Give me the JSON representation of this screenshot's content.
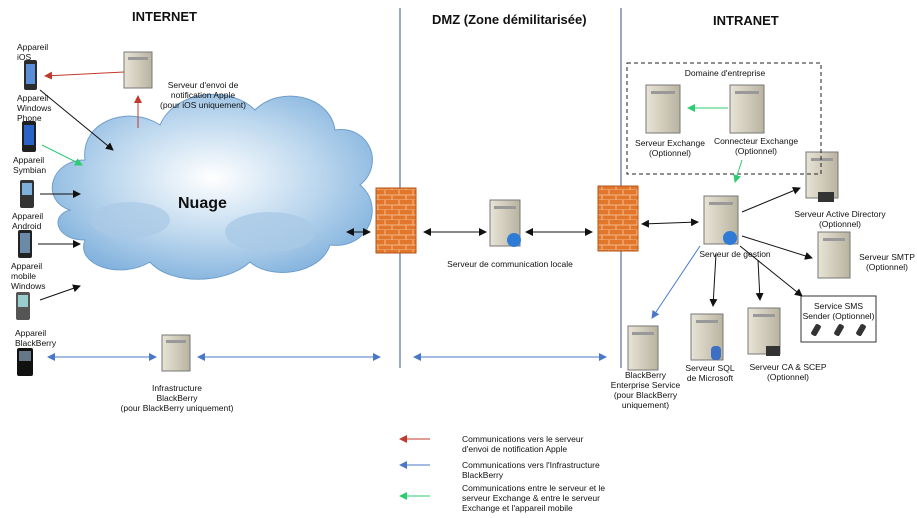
{
  "zones": {
    "internet": "INTERNET",
    "dmz": "DMZ (Zone démilitarisée)",
    "intranet": "INTRANET"
  },
  "cloud": {
    "label": "Nuage"
  },
  "devices": {
    "ios": "Appareil\niOS",
    "windows_phone": "Appareil\nWindows\nPhone",
    "symbian": "Appareil\nSymbian",
    "android": "Appareil\nAndroid",
    "windows_mobile": "Appareil\nmobile\nWindows",
    "blackberry": "Appareil\nBlackBerry"
  },
  "servers": {
    "apple_push": "Serveur d'envoi de\nnotification Apple\n(pour iOS uniquement)",
    "bb_infra": "Infrastructure\nBlackBerry\n(pour BlackBerry uniquement)",
    "local_comm": "Serveur de communication locale",
    "domain_box": "Domaine d'entreprise",
    "exchange": "Serveur Exchange\n(Optionnel)",
    "exchange_connector": "Connecteur Exchange\n(Optionnel)",
    "management": "Serveur de gestion",
    "active_directory": "Serveur Active Directory\n(Optionnel)",
    "smtp": "Serveur SMTP\n(Optionnel)",
    "sms": "Service SMS\nSender (Optionnel)",
    "bes": "BlackBerry\nEnterprise Service\n(pour BlackBerry\nuniquement)",
    "sql": "Serveur SQL\nde Microsoft",
    "ca": "Serveur CA & SCEP\n(Optionnel)"
  },
  "legend": [
    {
      "color": "#c0392b",
      "text": "Communications vers le serveur\nd'envoi de notification Apple"
    },
    {
      "color": "#4a78c9",
      "text": "Communications vers l'Infrastructure\nBlackBerry"
    },
    {
      "color": "#2ecc71",
      "text": "Communications entre le serveur et le\nserveur Exchange & entre le serveur\nExchange et l'appareil mobile"
    }
  ],
  "colors": {
    "red_arrow": "#c0392b",
    "blue_arrow": "#4a78c9",
    "green_arrow": "#2ecc71",
    "firewall": "#e2772c",
    "divider": "#5a6f9a"
  }
}
